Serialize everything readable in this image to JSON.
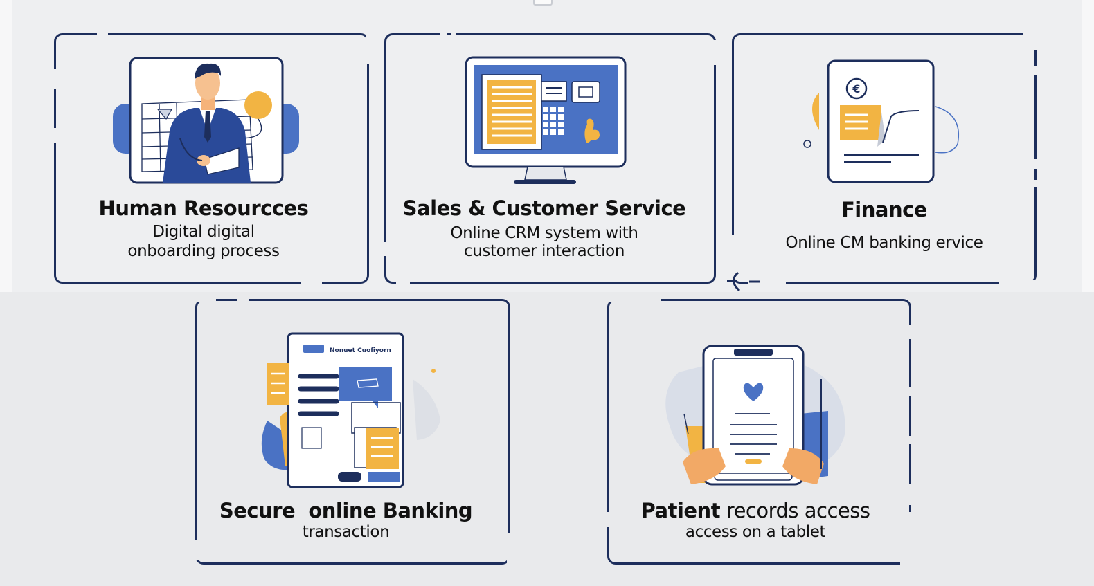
{
  "cards": [
    {
      "id": "hr",
      "title": "Human Resourcces",
      "subtitle_lines": [
        "Digital digital",
        "onboarding process"
      ]
    },
    {
      "id": "sales",
      "title": "Sales & Customer Service",
      "subtitle_lines": [
        "Online CRM system with",
        "customer interaction"
      ]
    },
    {
      "id": "finance",
      "title": "Finance",
      "subtitle_lines": [
        "Online CM banking ervice"
      ],
      "icon_glyph": "€"
    },
    {
      "id": "banking",
      "title_bold": "Secure  online Banking",
      "subtitle_lines": [
        "transaction"
      ],
      "screen_caption": "Nonuet Cuofiyorn"
    },
    {
      "id": "patient",
      "title_bold": "Patient",
      "title_rest": " records access",
      "subtitle_lines": [
        "access on a tablet"
      ]
    }
  ],
  "colors": {
    "navy": "#1d2e5c",
    "blue": "#4a72c4",
    "orange": "#f2b443",
    "background": "#ebecee"
  },
  "icons": [
    "person-icon",
    "monitor-icon",
    "document-icon",
    "phone-icon",
    "tablet-icon",
    "heart-icon",
    "euro-icon"
  ]
}
